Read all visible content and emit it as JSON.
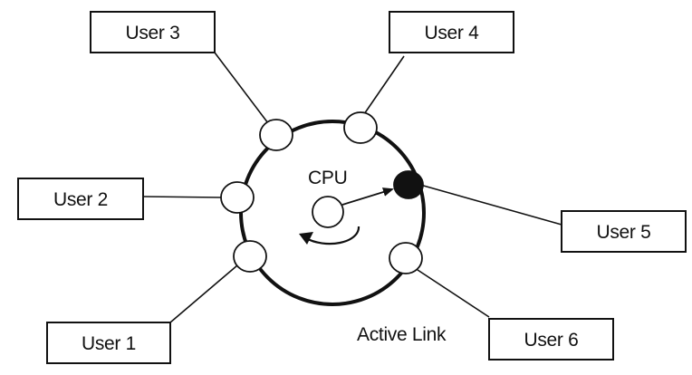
{
  "users": [
    {
      "id": "user-1",
      "label": "User 1"
    },
    {
      "id": "user-2",
      "label": "User 2"
    },
    {
      "id": "user-3",
      "label": "User 3"
    },
    {
      "id": "user-4",
      "label": "User 4"
    },
    {
      "id": "user-5",
      "label": "User 5"
    },
    {
      "id": "user-6",
      "label": "User 6"
    }
  ],
  "cpu": {
    "label": "CPU"
  },
  "active_link": {
    "label": "Active Link",
    "connects": "user-5"
  },
  "colors": {
    "ink": "#111111",
    "background": "#ffffff",
    "active_node": "#111111"
  }
}
